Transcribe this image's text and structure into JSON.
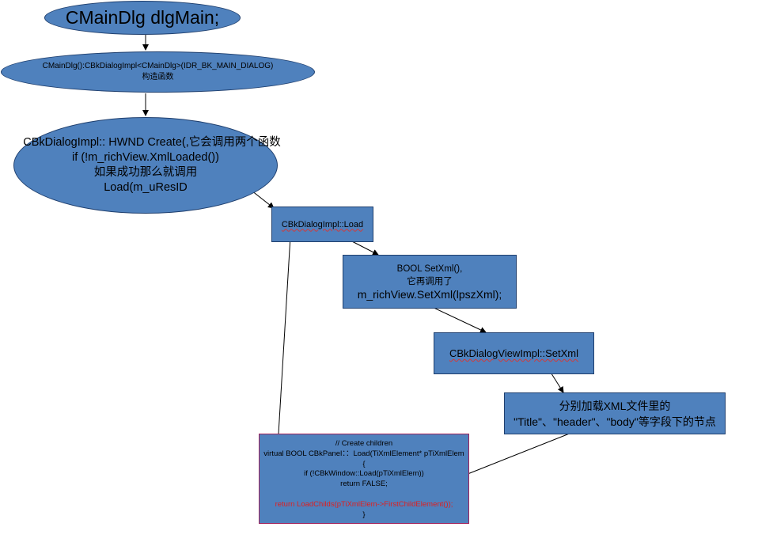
{
  "nodes": {
    "main_dlg": {
      "text": "CMainDlg dlgMain;"
    },
    "constructor": {
      "line1": "CMainDlg():CBkDialogImpl<CMainDlg>(IDR_BK_MAIN_DIALOG)",
      "line2": "构造函数"
    },
    "create": {
      "line1": "CBkDialogImpl:: HWND Create(,它会调用两个函数",
      "line2": "if (!m_richView.XmlLoaded())",
      "line3": "如果成功那么就调用",
      "line4": "Load(m_uResID"
    },
    "load": {
      "text": "CBkDialogImpl::Load"
    },
    "set_xml": {
      "line1": "BOOL SetXml(),",
      "line2": "它再调用了",
      "line3": "m_richView.SetXml(lpszXml);"
    },
    "view_set_xml": {
      "text": "CBkDialogViewImpl::SetXml"
    },
    "load_nodes": {
      "line1": "分别加载XML文件里的",
      "line2": "\"Title\"、\"header\"、\"body\"等字段下的节点"
    },
    "panel_load": {
      "line1": "// Create children",
      "line2": "virtual BOOL CBkPanel：：Load(TiXmlElement* pTiXmlElem",
      "line3": "{",
      "line4": "if (!CBkWindow::Load(pTiXmlElem))",
      "line5": "return FALSE;",
      "line6": "return LoadChilds(pTiXmlElem->FirstChildElement());",
      "line7": "}"
    }
  },
  "colors": {
    "node_fill": "#4f81bd",
    "node_border": "#1f3f6e",
    "code_text_red": "#e01e1e",
    "arrow": "#000000"
  }
}
